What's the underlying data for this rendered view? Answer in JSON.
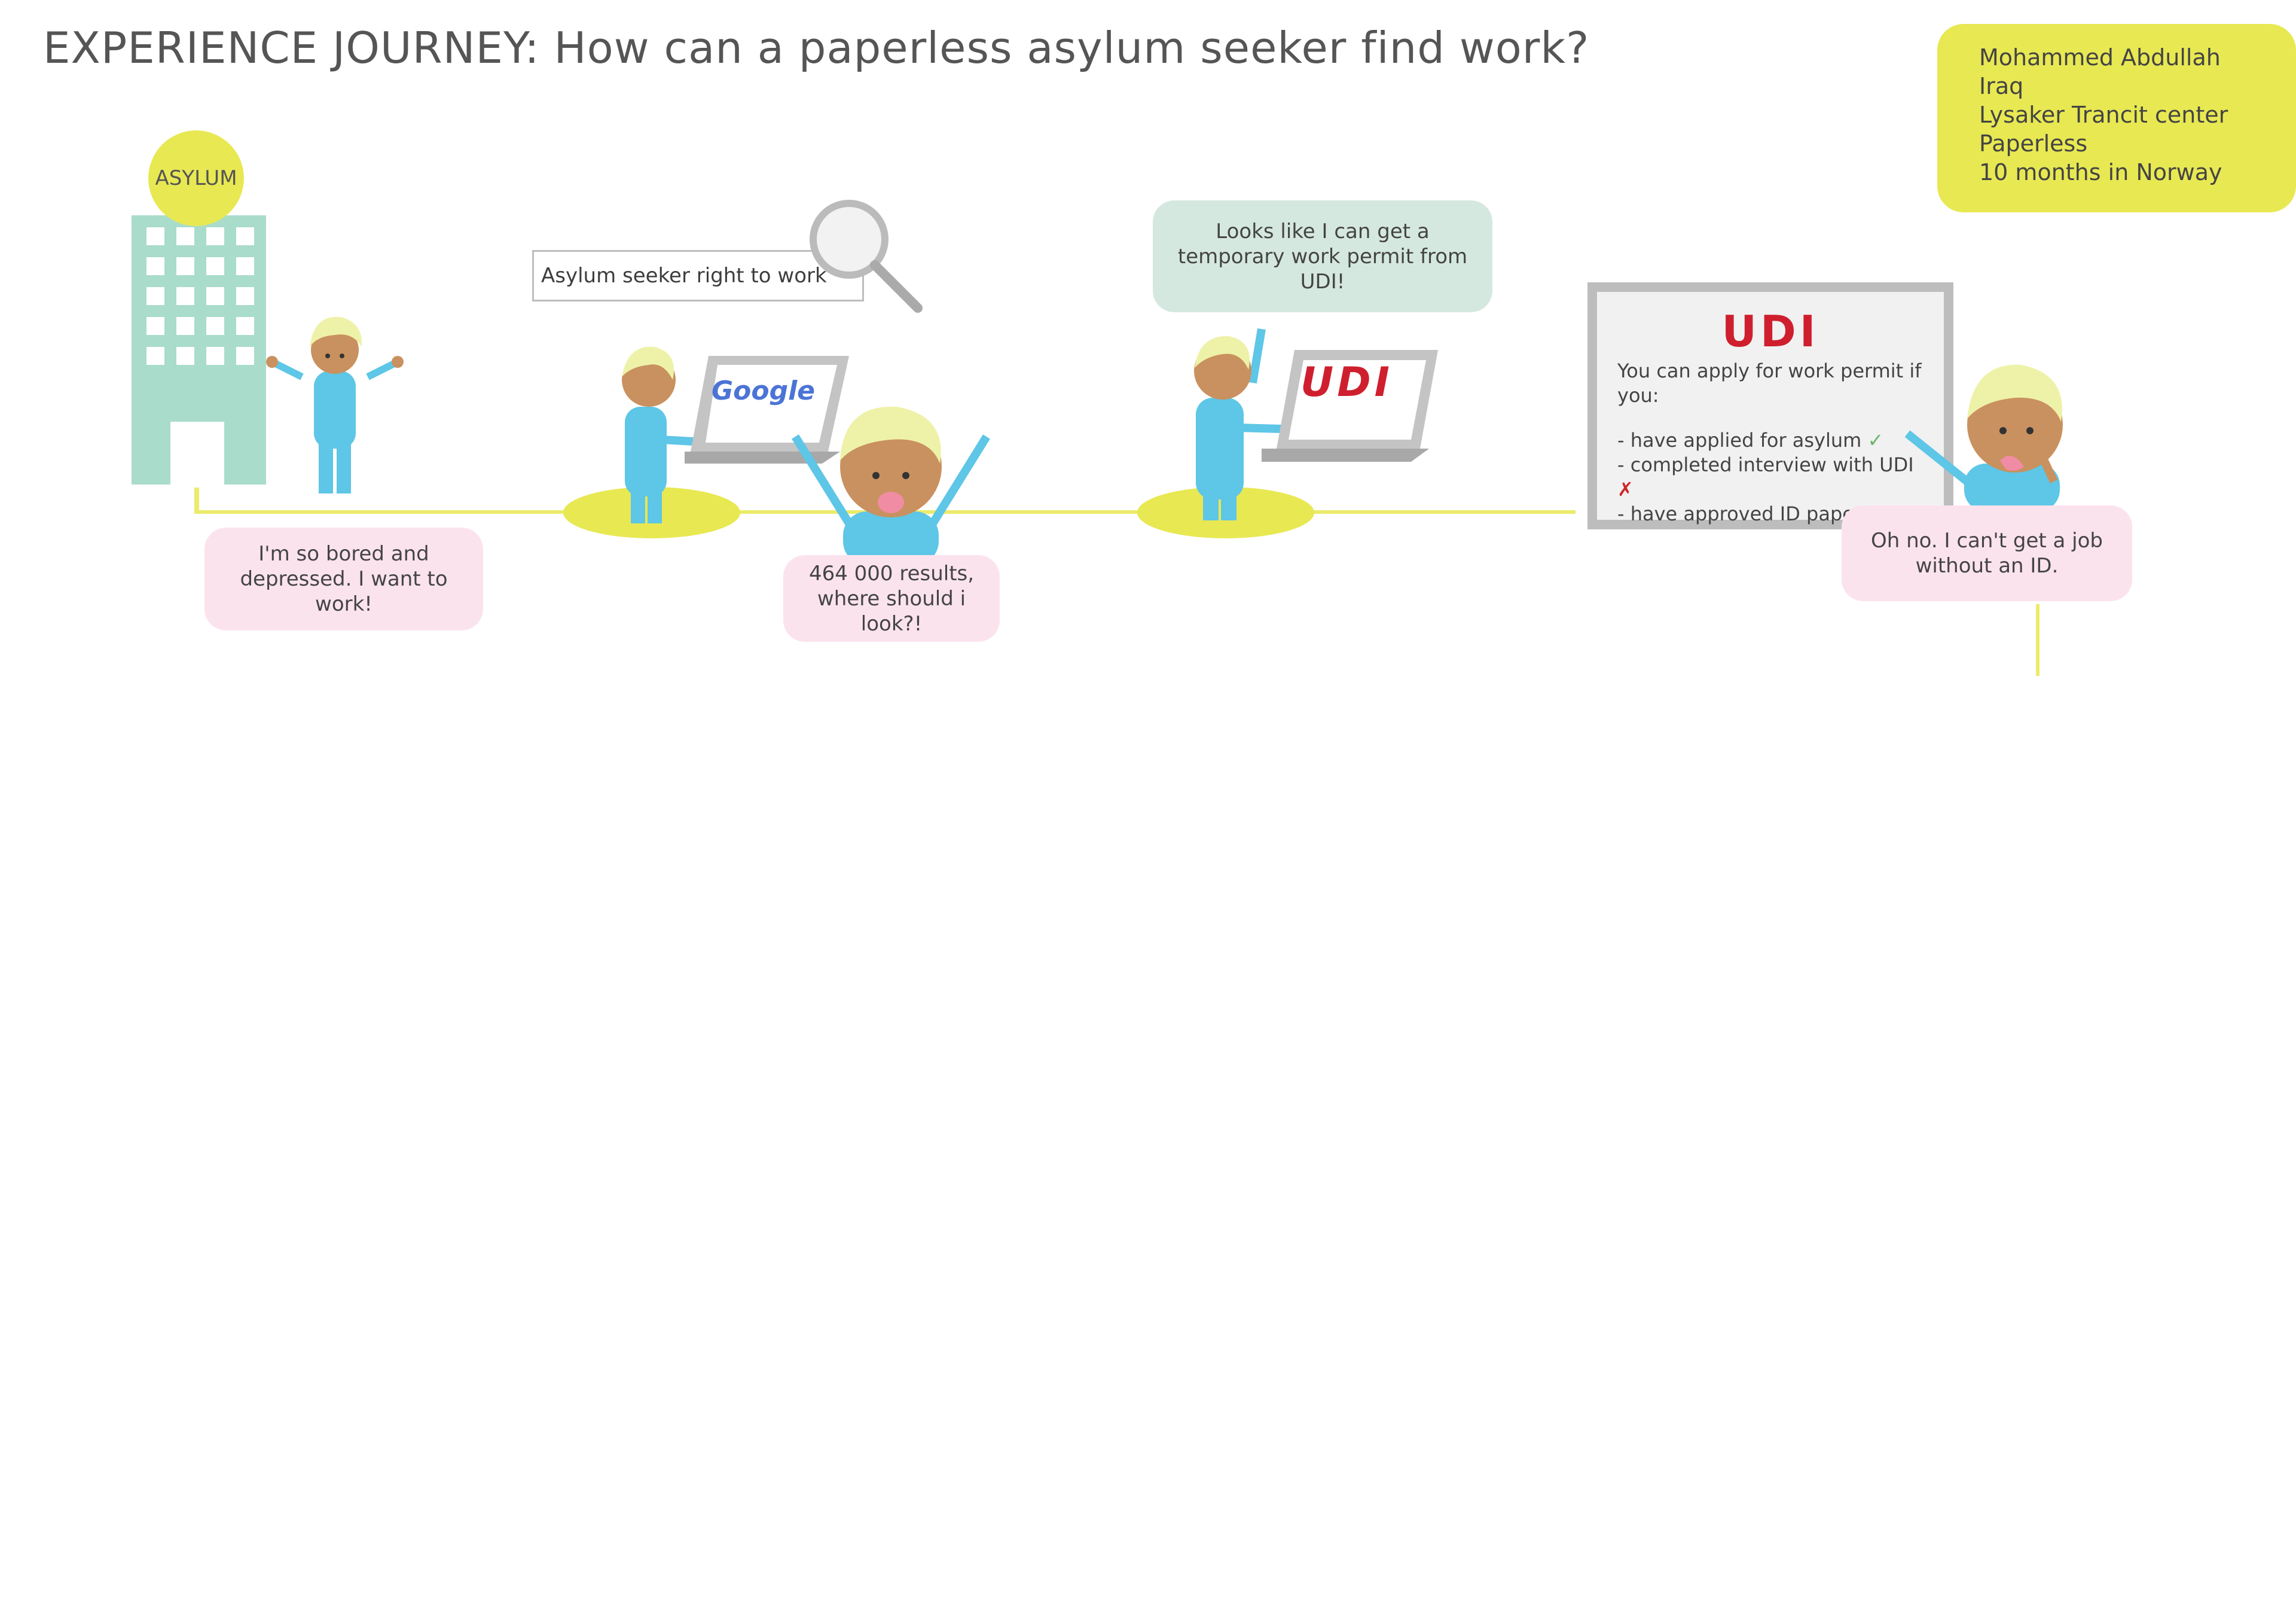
{
  "title": "EXPERIENCE JOURNEY: How can a paperless asylum seeker find work?",
  "persona": {
    "name": "Mohammed Abdullah",
    "country": "Iraq",
    "center": "Lysaker Trancit center",
    "status": "Paperless",
    "duration": "10 months in Norway"
  },
  "row1": {
    "building_sign": "ASYLUM",
    "bored_bubble": "I'm so bored and depressed. I want to work!",
    "search_query": "Asylum seeker right to work",
    "laptop_brand": "Google",
    "results_bubble": "464 000 results, where should i look?!",
    "permit_bubble": "Looks like I can get a temporary work permit from UDI!",
    "udi_laptop_logo": "UDI",
    "udi_notice": {
      "logo": "UDI",
      "intro": "You can apply for work permit if you:",
      "items": [
        {
          "text": "- have applied for asylum",
          "mark": "✓"
        },
        {
          "text": "- completed interview with UDI",
          "mark": "✗"
        },
        {
          "text": "- have approved ID papers",
          "mark": "✗"
        }
      ]
    },
    "ohno_bubble": "Oh no. I can't get a job without an ID."
  },
  "colors": {
    "touchpoint": "#e8e853",
    "negative": "#fbe3ee",
    "positive": "#d5e8df",
    "skin": "#c9915f",
    "shirt": "#5ec6e6",
    "headwear": "#eef2a8",
    "building": "#a9dccb"
  }
}
